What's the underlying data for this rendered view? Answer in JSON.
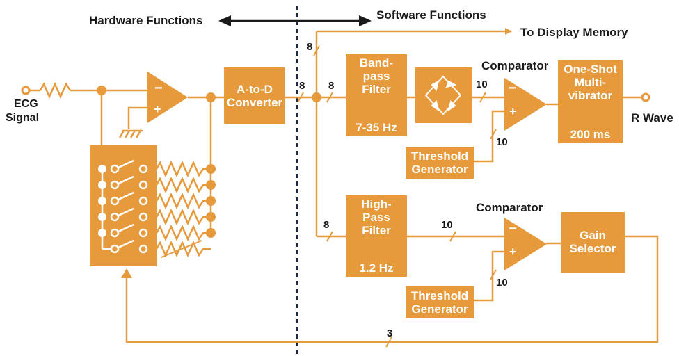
{
  "header": {
    "hardware_label": "Hardware Functions",
    "software_label": "Software Functions"
  },
  "input": {
    "line1": "ECG",
    "line2": "Signal"
  },
  "output": {
    "label": "R Wave"
  },
  "display_memory": {
    "label": "To Display Memory"
  },
  "blocks": {
    "adc": {
      "line1": "A-to-D",
      "line2": "Converter"
    },
    "bandpass": {
      "line1": "Band-",
      "line2": "pass",
      "line3": "Filter",
      "value": "7-35 Hz"
    },
    "highpass": {
      "line1": "High-",
      "line2": "Pass",
      "line3": "Filter",
      "value": "1.2 Hz"
    },
    "oneshot": {
      "line1": "One-Shot",
      "line2": "Multi-",
      "line3": "vibrator",
      "value": "200 ms"
    },
    "threshold1": {
      "line1": "Threshold",
      "line2": "Generator"
    },
    "threshold2": {
      "line1": "Threshold",
      "line2": "Generator"
    },
    "gain": {
      "line1": "Gain",
      "line2": "Selector"
    }
  },
  "comparators": {
    "top_label": "Comparator",
    "bottom_label": "Comparator",
    "minus": "−",
    "plus": "+"
  },
  "bus_widths": {
    "adc_out": "8",
    "display": "8",
    "bandpass_in": "8",
    "rectifier_out": "10",
    "threshold1_out": "10",
    "highpass_in": "8",
    "highpass_out": "10",
    "threshold2_out": "10",
    "feedback": "3"
  },
  "colors": {
    "accent": "#e69a3c",
    "line": "#e69a3c",
    "text": "#1a1a1a",
    "white": "#ffffff"
  }
}
